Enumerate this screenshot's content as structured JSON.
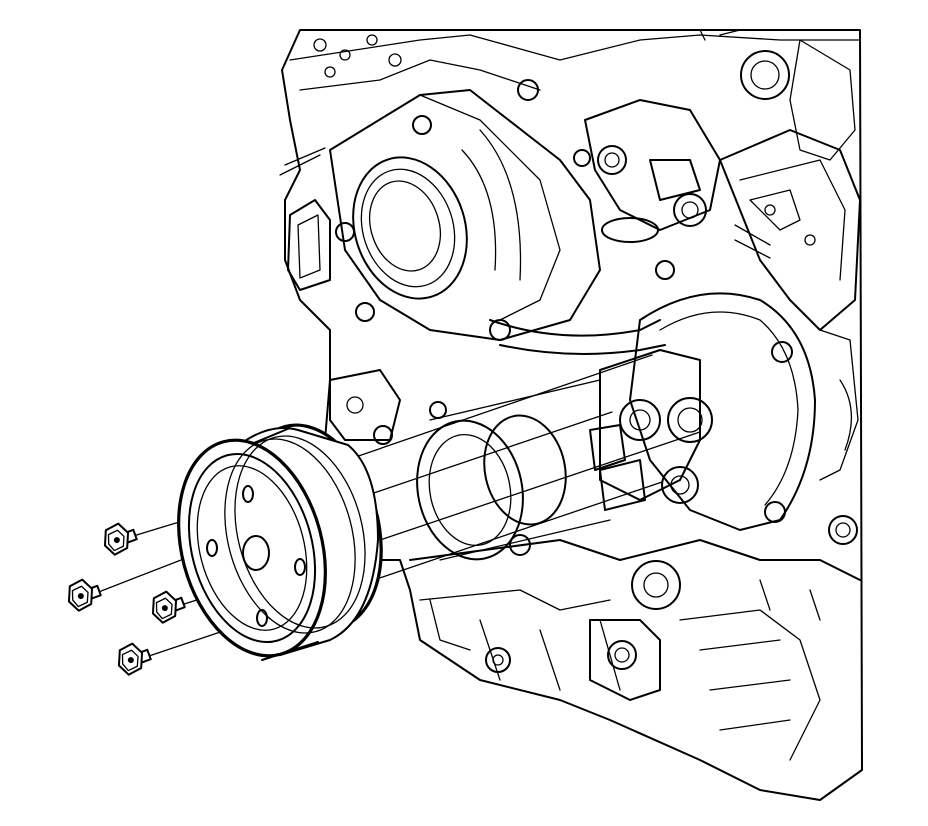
{
  "figure": {
    "colors": {
      "line": "#000000",
      "background": "#ffffff"
    },
    "components": [
      {
        "id": "engine-front",
        "icon": "engine-block-drawing"
      },
      {
        "id": "water-pump-pulley",
        "icon": "pulley-drawing"
      },
      {
        "id": "bolts",
        "icon": "bolt-drawing",
        "count": 4
      }
    ]
  }
}
